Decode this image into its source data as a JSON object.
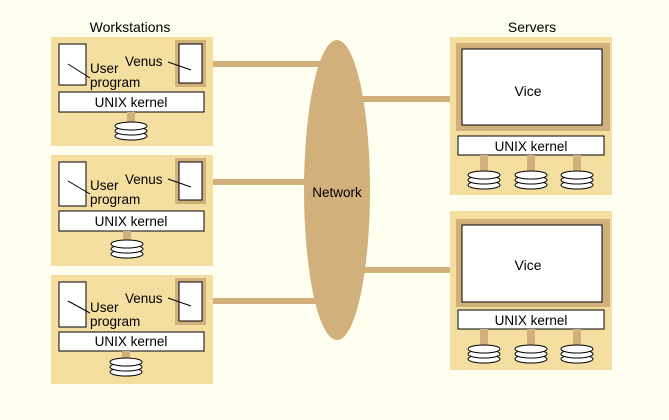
{
  "colors": {
    "background": "#fffff0",
    "panel": "#f5dfa0",
    "accent": "#d2b07c",
    "box": "#ffffff",
    "stroke": "#000000"
  },
  "labels": {
    "workstations": "Workstations",
    "servers": "Servers",
    "network": "Network"
  },
  "workstations": [
    {
      "user_line1": "User",
      "user_line2": "program",
      "venus": "Venus",
      "kernel": "UNIX kernel"
    },
    {
      "user_line1": "User",
      "user_line2": "program",
      "venus": "Venus",
      "kernel": "UNIX kernel"
    },
    {
      "user_line1": "User",
      "user_line2": "program",
      "venus": "Venus",
      "kernel": "UNIX kernel"
    }
  ],
  "servers": [
    {
      "vice": "Vice",
      "kernel": "UNIX kernel"
    },
    {
      "vice": "Vice",
      "kernel": "UNIX kernel"
    }
  ]
}
